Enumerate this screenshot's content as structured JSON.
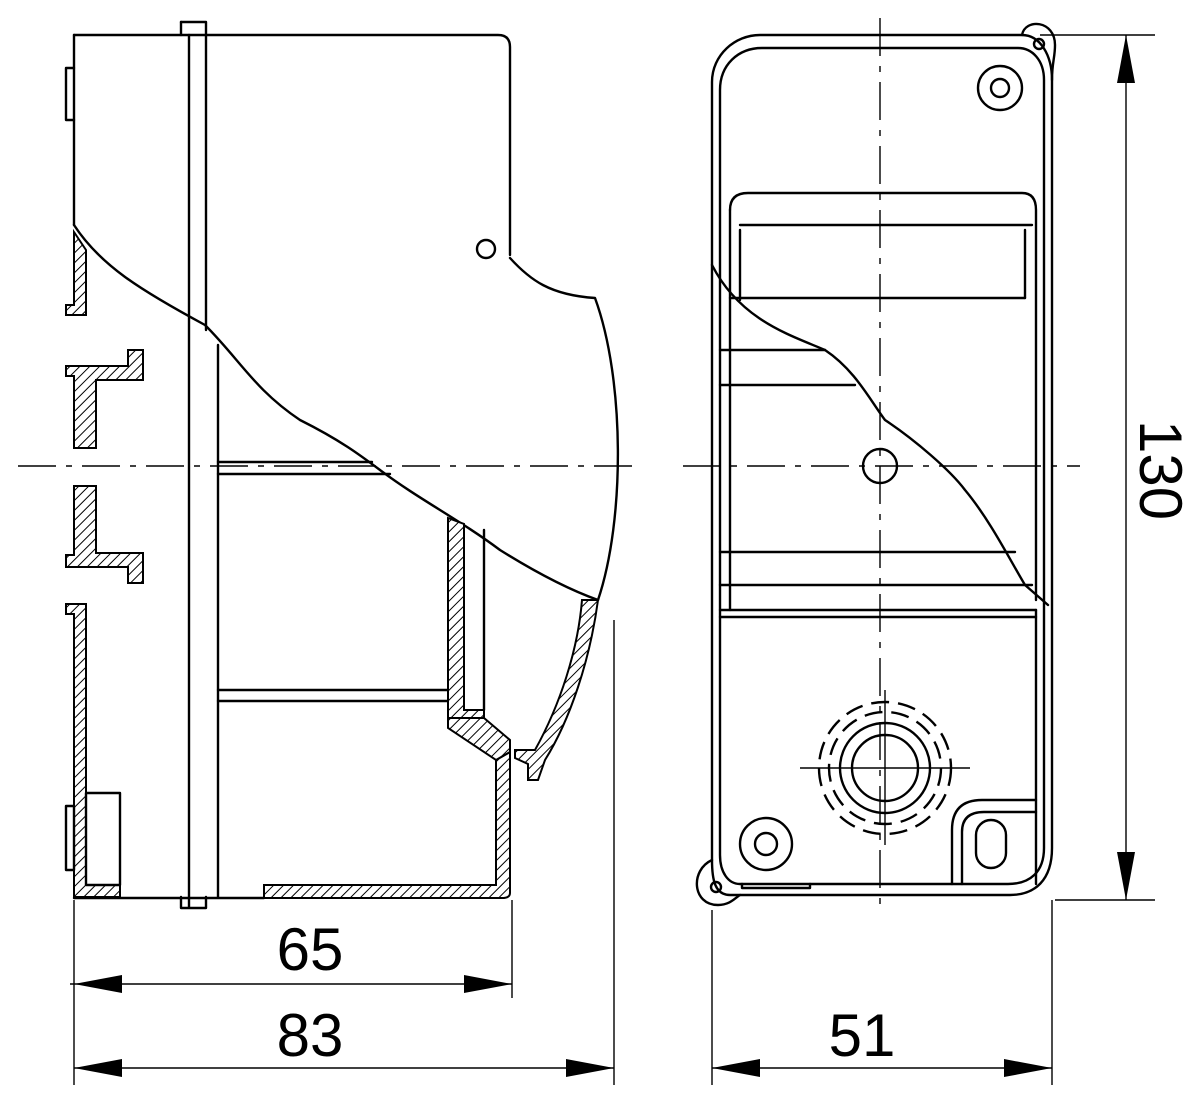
{
  "dimensions": {
    "inner_width": "65",
    "overall_width": "83",
    "front_width": "51",
    "height": "130"
  }
}
